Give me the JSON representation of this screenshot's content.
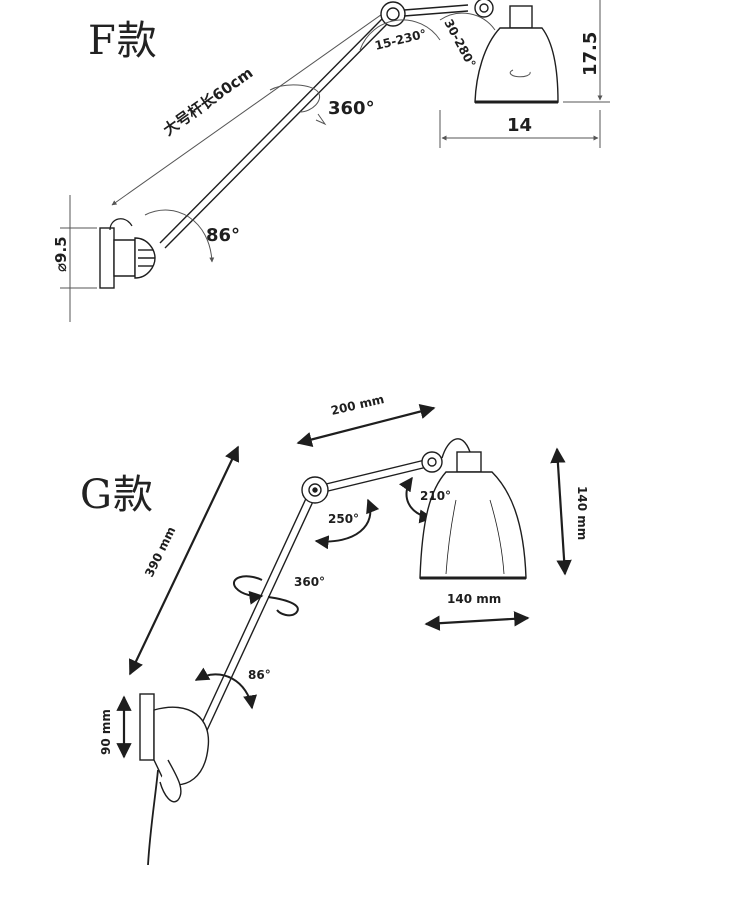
{
  "sections": {
    "f": {
      "title": "F款",
      "arm_length": "大号杆长60cm",
      "rotation": "360°",
      "base_tilt": "86°",
      "elbow_range": "15-230°",
      "shade_range": "30-280°",
      "shade_height": "17.5",
      "shade_width": "14",
      "base_diameter": "⌀9.5"
    },
    "g": {
      "title": "G款",
      "upper_arm": "200 mm",
      "lower_arm": "390 mm",
      "elbow": "250°",
      "shade_joint": "210°",
      "rotation": "360°",
      "base_tilt": "86°",
      "shade_height": "140 mm",
      "shade_width": "140 mm",
      "base_height": "90 mm"
    }
  },
  "colors": {
    "line": "#1e1e1e",
    "dim": "#555555",
    "background": "#ffffff"
  }
}
